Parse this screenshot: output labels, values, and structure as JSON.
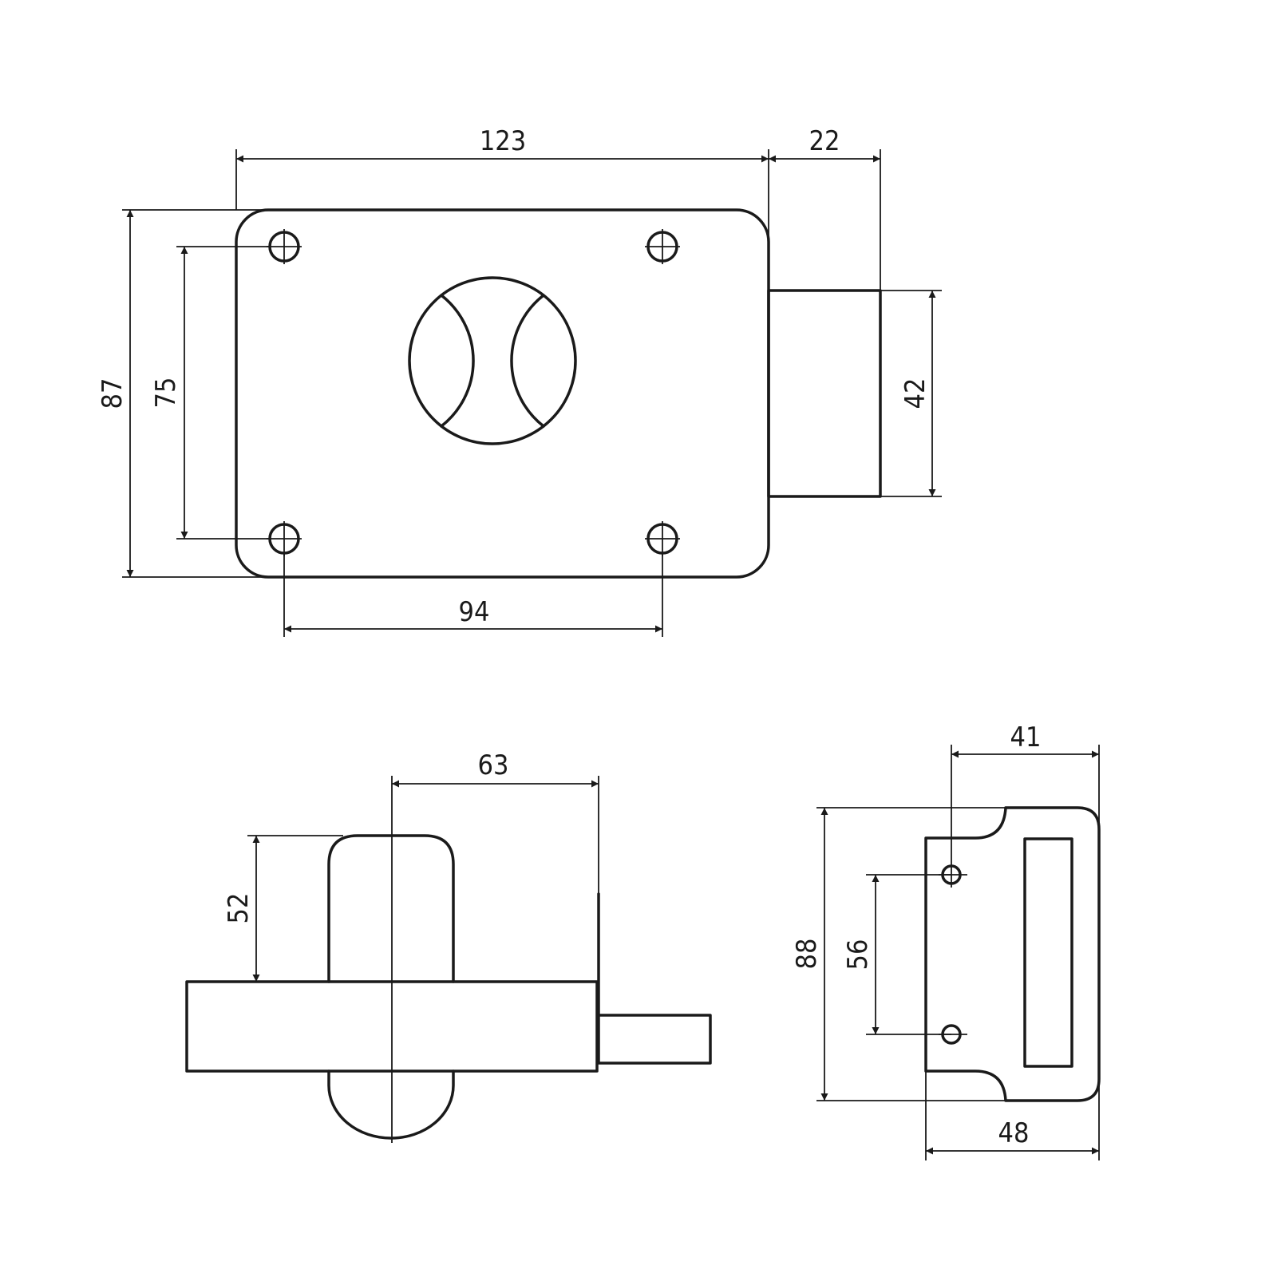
{
  "dimensions": {
    "front_width": "123",
    "bolt_projection": "22",
    "front_height": "87",
    "hole_spacing_vertical": "75",
    "bolt_height": "42",
    "hole_spacing_horizontal": "94",
    "side_depth": "63",
    "cylinder_height": "52",
    "keeper_depth": "41",
    "keeper_height": "88",
    "keeper_hole_spacing": "56",
    "keeper_width": "48"
  },
  "colors": {
    "line": "#1a1a1a",
    "background": "#ffffff"
  }
}
